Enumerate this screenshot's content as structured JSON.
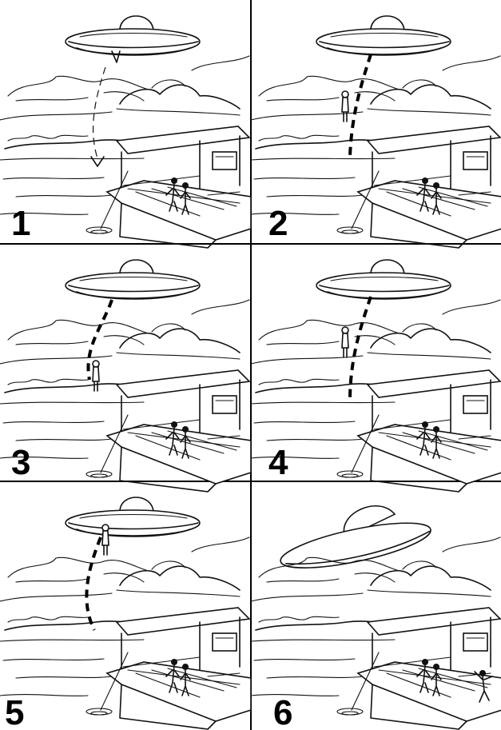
{
  "panels": [
    {
      "number": "1",
      "stage": "ramp-down"
    },
    {
      "number": "2",
      "stage": "figure-descending"
    },
    {
      "number": "3",
      "stage": "figure-on-shore"
    },
    {
      "number": "4",
      "stage": "figure-ascending"
    },
    {
      "number": "5",
      "stage": "figure-boarding"
    },
    {
      "number": "6",
      "stage": "departure"
    }
  ],
  "colors": {
    "ink": "#111111",
    "paper": "#ffffff"
  }
}
